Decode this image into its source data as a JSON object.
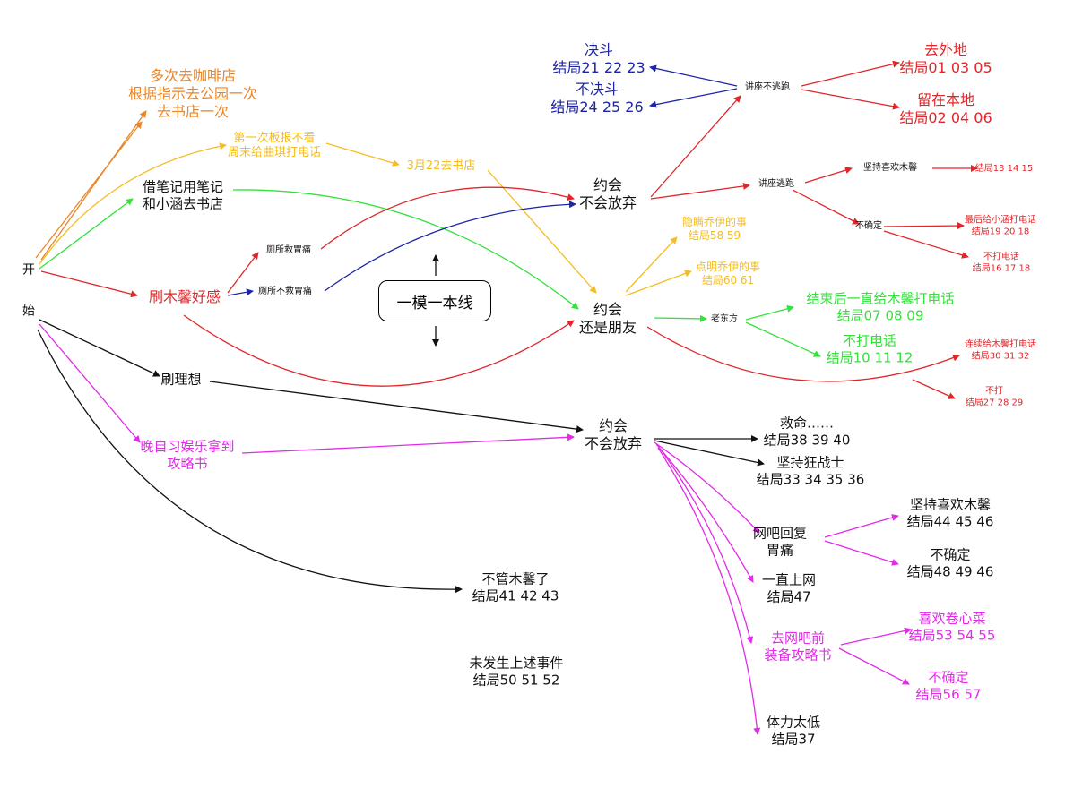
{
  "colors": {
    "black": "#111111",
    "orange": "#e9862a",
    "yellow": "#f5bd1f",
    "green": "#33e23a",
    "red": "#e0262a",
    "blue": "#1d24a8",
    "magenta": "#e22ae8"
  },
  "center_box": "一模一本线",
  "nodes": [
    {
      "id": "start-kai",
      "lines": [
        "开"
      ],
      "color": "black"
    },
    {
      "id": "start-shi",
      "lines": [
        "始"
      ],
      "color": "black"
    },
    {
      "id": "coffee",
      "lines": [
        "多次去咖啡店",
        "根据指示去公园一次",
        "去书店一次"
      ],
      "color": "orange"
    },
    {
      "id": "bulletin",
      "lines": [
        "第一次板报不看",
        "周末给曲琪打电话"
      ],
      "color": "yellow"
    },
    {
      "id": "march22",
      "lines": [
        "3月22去书店"
      ],
      "color": "yellow"
    },
    {
      "id": "notes",
      "lines": [
        "借笔记用笔记",
        "和小涵去书店"
      ],
      "color": "black"
    },
    {
      "id": "mu-favor",
      "lines": [
        "刷木馨好感"
      ],
      "color": "red"
    },
    {
      "id": "toilet-save",
      "lines": [
        "厕所救胃痛"
      ],
      "color": "black"
    },
    {
      "id": "toilet-nosave",
      "lines": [
        "厕所不救胃痛"
      ],
      "color": "black"
    },
    {
      "id": "date-1",
      "lines": [
        "约会",
        "不会放弃"
      ],
      "color": "black"
    },
    {
      "id": "date-friends",
      "lines": [
        "约会",
        "还是朋友"
      ],
      "color": "black"
    },
    {
      "id": "lecture-no-run",
      "lines": [
        "讲座不逃跑"
      ],
      "color": "black"
    },
    {
      "id": "lecture-run",
      "lines": [
        "讲座逃跑"
      ],
      "color": "black"
    },
    {
      "id": "duel",
      "lines": [
        "决斗",
        "结局21  22  23"
      ],
      "color": "blue"
    },
    {
      "id": "no-duel",
      "lines": [
        "不决斗",
        "结局24  25  26"
      ],
      "color": "blue"
    },
    {
      "id": "go-away",
      "lines": [
        "去外地",
        "结局01  03  05"
      ],
      "color": "red"
    },
    {
      "id": "stay",
      "lines": [
        "留在本地",
        "结局02  04  06"
      ],
      "color": "red"
    },
    {
      "id": "keep-like-mu",
      "lines": [
        "坚持喜欢木馨"
      ],
      "color": "black"
    },
    {
      "id": "end-13",
      "lines": [
        "结局13  14  15"
      ],
      "color": "red"
    },
    {
      "id": "unsure-1",
      "lines": [
        "不确定"
      ],
      "color": "black"
    },
    {
      "id": "call-xiaohan",
      "lines": [
        "最后给小涵打电话",
        "结局19  20  18"
      ],
      "color": "red"
    },
    {
      "id": "no-call-1",
      "lines": [
        "不打电话",
        "结局16  17  18"
      ],
      "color": "red"
    },
    {
      "id": "hide-qiaoyi",
      "lines": [
        "隐瞒乔伊的事",
        "结局58  59"
      ],
      "color": "yellow"
    },
    {
      "id": "reveal-qiaoyi",
      "lines": [
        "点明乔伊的事",
        "结局60  61"
      ],
      "color": "yellow"
    },
    {
      "id": "old-east",
      "lines": [
        "老东方"
      ],
      "color": "black"
    },
    {
      "id": "keep-calling",
      "lines": [
        "结束后一直给木馨打电话",
        "结局07  08  09"
      ],
      "color": "green"
    },
    {
      "id": "no-call-2",
      "lines": [
        "不打电话",
        "结局10  11  12"
      ],
      "color": "green"
    },
    {
      "id": "keep-call-mu",
      "lines": [
        "连续给木馨打电话",
        "结局30  31  32"
      ],
      "color": "red"
    },
    {
      "id": "no-call-3",
      "lines": [
        "不打",
        "结局27  28  29"
      ],
      "color": "red"
    },
    {
      "id": "ideal",
      "lines": [
        "刷理想"
      ],
      "color": "black"
    },
    {
      "id": "study-hall",
      "lines": [
        "晚自习娱乐拿到",
        "攻略书"
      ],
      "color": "magenta"
    },
    {
      "id": "date-2",
      "lines": [
        "约会",
        "不会放弃"
      ],
      "color": "black"
    },
    {
      "id": "save-life",
      "lines": [
        "救命……",
        "结局38  39  40"
      ],
      "color": "black"
    },
    {
      "id": "berserker",
      "lines": [
        "坚持狂战士",
        "结局33  34  35  36"
      ],
      "color": "black"
    },
    {
      "id": "netcafe-reply",
      "lines": [
        "网吧回复",
        "胃痛"
      ],
      "color": "black"
    },
    {
      "id": "keep-like-mu-2",
      "lines": [
        "坚持喜欢木馨",
        "结局44  45  46"
      ],
      "color": "black"
    },
    {
      "id": "unsure-2",
      "lines": [
        "不确定",
        "结局48  49  46"
      ],
      "color": "black"
    },
    {
      "id": "always-online",
      "lines": [
        "一直上网",
        "结局47"
      ],
      "color": "black"
    },
    {
      "id": "pre-netcafe",
      "lines": [
        "去网吧前",
        "装备攻略书"
      ],
      "color": "magenta"
    },
    {
      "id": "like-cabbage",
      "lines": [
        "喜欢卷心菜",
        "结局53  54  55"
      ],
      "color": "magenta"
    },
    {
      "id": "unsure-3",
      "lines": [
        "不确定",
        "结局56  57"
      ],
      "color": "magenta"
    },
    {
      "id": "low-stamina",
      "lines": [
        "体力太低",
        "结局37"
      ],
      "color": "black"
    },
    {
      "id": "ignore-mu",
      "lines": [
        "不管木馨了",
        "结局41  42  43"
      ],
      "color": "black"
    },
    {
      "id": "none-happened",
      "lines": [
        "未发生上述事件",
        "结局50  51  52"
      ],
      "color": "black"
    }
  ],
  "edges": [
    {
      "from": "start-kai",
      "to": "coffee",
      "color": "orange"
    },
    {
      "from": "start-kai",
      "to": "coffee",
      "color": "orange"
    },
    {
      "from": "start-kai",
      "to": "bulletin",
      "color": "yellow"
    },
    {
      "from": "bulletin",
      "to": "march22",
      "color": "yellow"
    },
    {
      "from": "march22",
      "to": "date-friends",
      "color": "yellow"
    },
    {
      "from": "start-kai",
      "to": "notes",
      "color": "green"
    },
    {
      "from": "notes",
      "to": "date-friends",
      "color": "green"
    },
    {
      "from": "start-kai",
      "to": "mu-favor",
      "color": "red"
    },
    {
      "from": "mu-favor",
      "to": "toilet-save",
      "color": "red"
    },
    {
      "from": "mu-favor",
      "to": "toilet-nosave",
      "color": "blue"
    },
    {
      "from": "toilet-save",
      "to": "date-1",
      "color": "red"
    },
    {
      "from": "toilet-nosave",
      "to": "date-1",
      "color": "blue"
    },
    {
      "from": "mu-favor",
      "to": "date-friends",
      "color": "red"
    },
    {
      "from": "date-1",
      "to": "lecture-no-run",
      "color": "red"
    },
    {
      "from": "date-1",
      "to": "lecture-run",
      "color": "red"
    },
    {
      "from": "lecture-no-run",
      "to": "duel",
      "color": "blue"
    },
    {
      "from": "lecture-no-run",
      "to": "no-duel",
      "color": "blue"
    },
    {
      "from": "lecture-no-run",
      "to": "go-away",
      "color": "red"
    },
    {
      "from": "lecture-no-run",
      "to": "stay",
      "color": "red"
    },
    {
      "from": "lecture-run",
      "to": "keep-like-mu",
      "color": "red"
    },
    {
      "from": "lecture-run",
      "to": "unsure-1",
      "color": "red"
    },
    {
      "from": "keep-like-mu",
      "to": "end-13",
      "color": "red"
    },
    {
      "from": "unsure-1",
      "to": "call-xiaohan",
      "color": "red"
    },
    {
      "from": "unsure-1",
      "to": "no-call-1",
      "color": "red"
    },
    {
      "from": "date-friends",
      "to": "hide-qiaoyi",
      "color": "yellow"
    },
    {
      "from": "date-friends",
      "to": "reveal-qiaoyi",
      "color": "yellow"
    },
    {
      "from": "date-friends",
      "to": "old-east",
      "color": "green"
    },
    {
      "from": "old-east",
      "to": "keep-calling",
      "color": "green"
    },
    {
      "from": "old-east",
      "to": "no-call-2",
      "color": "green"
    },
    {
      "from": "date-friends",
      "to": "keep-call-mu",
      "color": "red"
    },
    {
      "from": "date-friends",
      "to": "no-call-3",
      "color": "red"
    },
    {
      "from": "start-shi",
      "to": "ideal",
      "color": "black"
    },
    {
      "from": "ideal",
      "to": "date-2",
      "color": "black"
    },
    {
      "from": "start-shi",
      "to": "study-hall",
      "color": "magenta"
    },
    {
      "from": "study-hall",
      "to": "date-2",
      "color": "magenta"
    },
    {
      "from": "start-shi",
      "to": "ignore-mu",
      "color": "black"
    },
    {
      "from": "date-2",
      "to": "save-life",
      "color": "black"
    },
    {
      "from": "date-2",
      "to": "berserker",
      "color": "black"
    },
    {
      "from": "date-2",
      "to": "netcafe-reply",
      "color": "magenta"
    },
    {
      "from": "date-2",
      "to": "always-online",
      "color": "magenta"
    },
    {
      "from": "date-2",
      "to": "pre-netcafe",
      "color": "magenta"
    },
    {
      "from": "date-2",
      "to": "low-stamina",
      "color": "magenta"
    },
    {
      "from": "netcafe-reply",
      "to": "keep-like-mu-2",
      "color": "magenta"
    },
    {
      "from": "netcafe-reply",
      "to": "unsure-2",
      "color": "magenta"
    },
    {
      "from": "pre-netcafe",
      "to": "like-cabbage",
      "color": "magenta"
    },
    {
      "from": "pre-netcafe",
      "to": "unsure-3",
      "color": "magenta"
    }
  ]
}
